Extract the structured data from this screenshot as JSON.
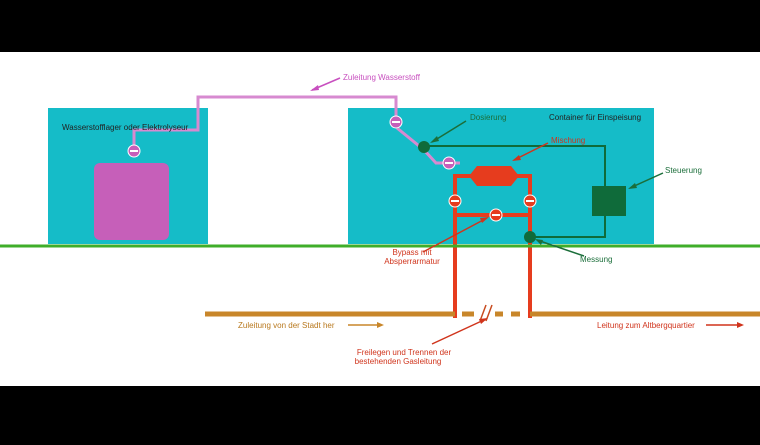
{
  "labels": {
    "supply_h2": "Zuleitung Wasserstoff",
    "storage": "Wasserstofflager oder Elektrolyseur",
    "container": "Container für Einspeisung",
    "dosing": "Dosierung",
    "mixing": "Mischung",
    "control": "Steuerung",
    "bypass_line1": "Bypass mit",
    "bypass_line2": "Absperrarmatur",
    "measurement": "Messung",
    "city_supply": "Zuleitung von der Stadt her",
    "district_line": "Leitung zum Altbergquartier",
    "cut_line1": "Freilegen und Trennen der",
    "cut_line2": "bestehenden Gasleitung"
  },
  "colors": {
    "background": "#ffffff",
    "frame": "#000000",
    "container_fill": "#15bcc8",
    "hydrogen": "#cc5fbf",
    "gas_pipe": "#e63c1e",
    "ground": "#3fae2a",
    "control": "#0f6b3a",
    "existing_pipe": "#c8862a",
    "label_green": "#1b6e3a",
    "label_red": "#d0341c",
    "label_orange": "#b8781d",
    "label_magenta": "#c84fbf"
  },
  "icons": {
    "valve": "valve-icon",
    "mixer": "mixer-icon",
    "controller": "controller-box",
    "pipe_break": "pipe-break-icon"
  }
}
